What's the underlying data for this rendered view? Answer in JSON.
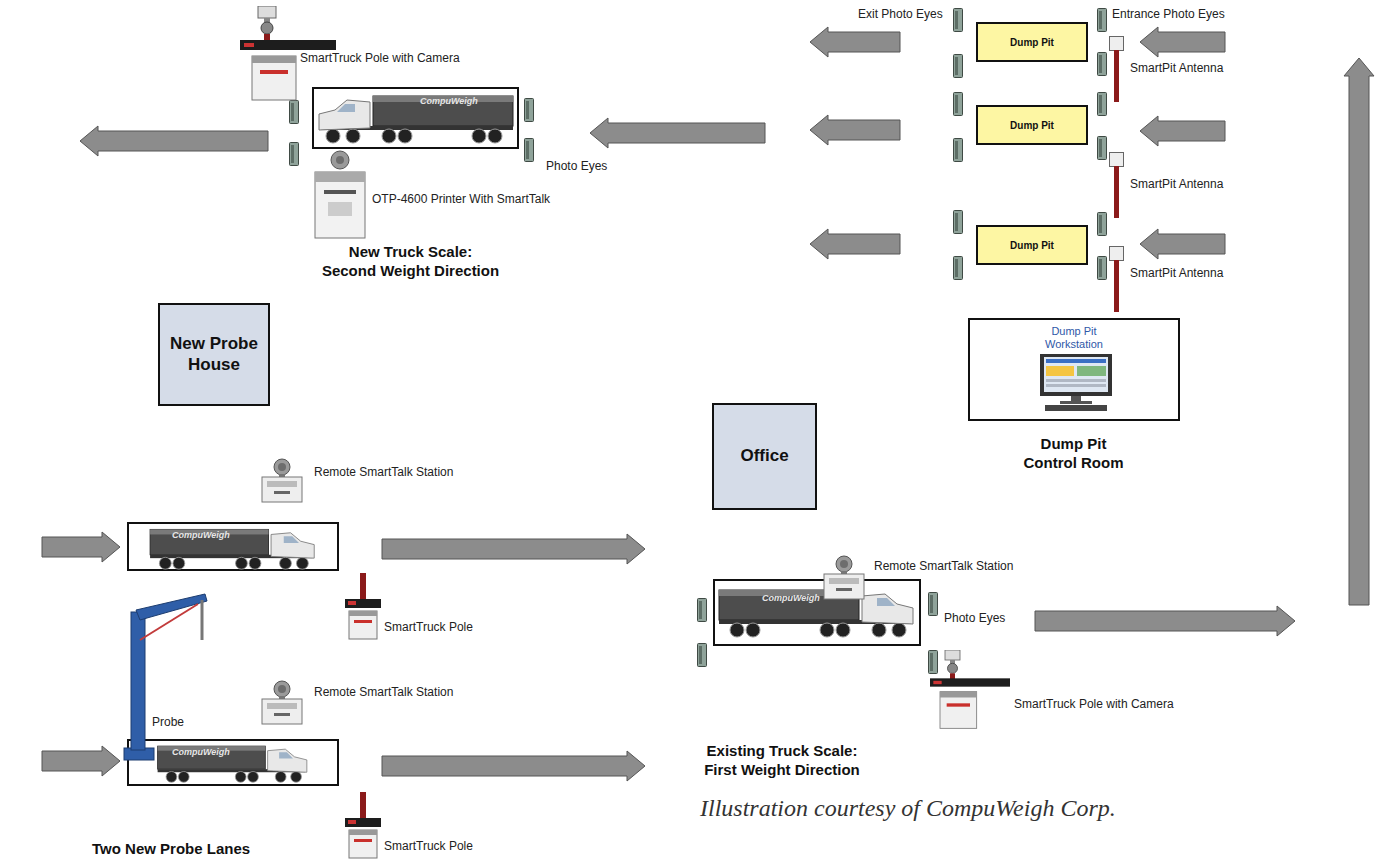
{
  "diagram": {
    "caption": "Illustration courtesy of CompuWeigh Corp.",
    "nodes": [
      {
        "text": [
          "New Probe House"
        ]
      },
      {
        "text": [
          "Office"
        ]
      },
      {
        "text": [
          "Dump Pit"
        ]
      },
      {
        "text": [
          "Dump Pit"
        ]
      },
      {
        "text": [
          "Dump Pit"
        ]
      },
      {
        "text": [
          "Dump Pit Workstation",
          "Dump Pit Control Room"
        ]
      }
    ],
    "labels": [
      "SmartTruck Pole with Camera",
      "OTP-4600 Printer With SmartTalk",
      "Photo Eyes",
      "New Truck Scale: Second Weight Direction",
      "Exit Photo Eyes",
      "Entrance Photo Eyes",
      "SmartPit Antenna",
      "SmartPit Antenna",
      "SmartPit Antenna",
      "Remote SmartTalk Station",
      "SmartTruck Pole",
      "Probe",
      "Remote SmartTalk Station",
      "Two New Probe Lanes",
      "SmartTruck Pole",
      "Remote SmartTalk Station",
      "Photo Eyes",
      "SmartTruck Pole with Camera",
      "Existing Truck Scale: First Weight Direction",
      "CompuWeigh",
      "CompuWeigh",
      "CompuWeigh",
      "CompuWeigh"
    ]
  }
}
